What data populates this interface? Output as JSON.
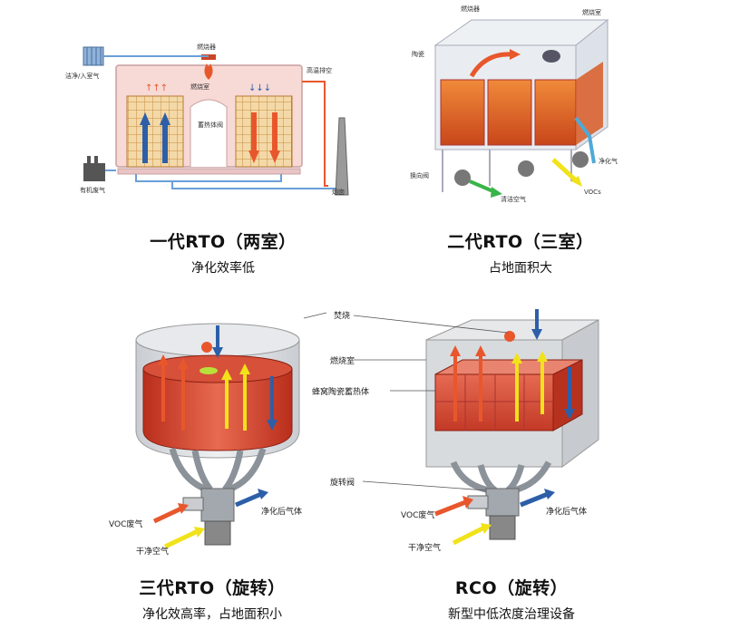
{
  "panels": [
    {
      "title": "一代RTO（两室）",
      "subtitle": "净化效率低",
      "labels": {
        "clean_air": "洁净/入室气",
        "burner": "燃烧器",
        "combustion_chamber": "燃烧室",
        "high_temp": "高温排空",
        "switch_valve": "蓄热体阀",
        "exhaust": "有机废气",
        "chimney": "烟囱"
      }
    },
    {
      "title": "二代RTO（三室）",
      "subtitle": "占地面积大",
      "labels": {
        "burner": "燃烧器",
        "combustion_chamber": "燃烧室",
        "ceramic": "陶瓷",
        "switch_valve": "换向阀",
        "clean_air": "清洁空气",
        "voc": "VOCs",
        "purge": "净化气"
      }
    },
    {
      "title": "三代RTO（旋转）",
      "subtitle": "净化效高率，占地面积小",
      "labels": {
        "voc_gas": "VOC废气",
        "clean_gas": "净化后气体",
        "dry_air": "干净空气"
      }
    },
    {
      "title": "RCO（旋转）",
      "subtitle": "新型中低浓度治理设备",
      "labels": {
        "flame": "焚烧",
        "combustion_chamber": "燃烧室",
        "honeycomb": "蜂窝陶瓷蓄热体",
        "rotary_valve": "旋转阀",
        "voc_gas": "VOC废气",
        "clean_gas": "净化后气体",
        "dry_air": "干净空气"
      }
    }
  ],
  "colors": {
    "hot": "#e8572c",
    "cold": "#2d5fa8",
    "voc": "#f2e21a",
    "green": "#39b54a",
    "chamber": "#f7d9d5"
  }
}
